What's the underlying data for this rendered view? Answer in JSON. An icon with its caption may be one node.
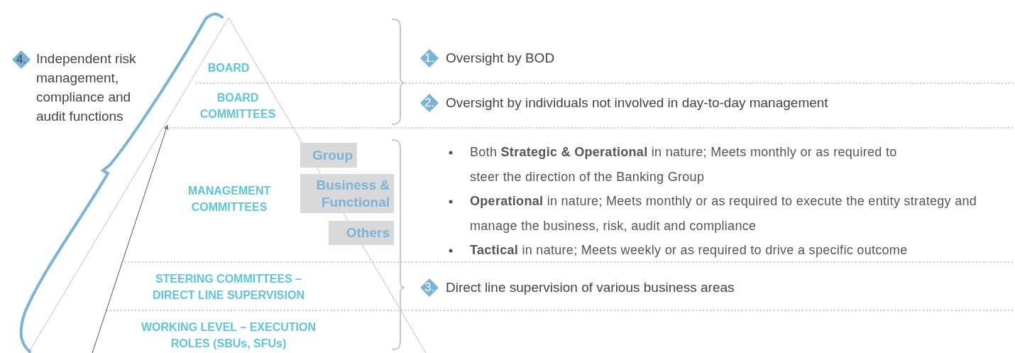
{
  "diagram": {
    "nodes": [
      {
        "text": [
          "BOARD"
        ]
      },
      {
        "text": [
          "BOARD COMMITTEES"
        ]
      },
      {
        "text": [
          "MANAGEMENT COMMITTEES"
        ]
      },
      {
        "text": [
          "Group"
        ]
      },
      {
        "text": [
          "Business & Functional"
        ]
      },
      {
        "text": [
          "Others"
        ]
      },
      {
        "text": [
          "STEERING COMMITTEES – DIRECT LINE SUPERVISION"
        ]
      },
      {
        "text": [
          "WORKING LEVEL – EXECUTION ROLES (SBUs, SFUs)"
        ]
      },
      {
        "text": [
          "4."
        ],
        "beside": [
          "Independent risk management, compliance and audit functions"
        ]
      },
      {
        "text": [
          "1."
        ],
        "beside": [
          "Oversight by BOD"
        ]
      },
      {
        "text": [
          "2."
        ],
        "beside": [
          "Oversight by individuals not involved in day-to-day management"
        ]
      },
      {
        "text": [
          "3."
        ],
        "beside": [
          "Direct line supervision of various business areas"
        ]
      }
    ],
    "labels": [
      "Both **Strategic & Operational** in nature; Meets monthly or as required to steer the direction of the Banking Group",
      "**Operational** in nature; Meets monthly or as required to execute the entity strategy and manage the business, risk, audit and compliance",
      "**Tactical** in nature; Meets weekly or as required to drive a specific outcome"
    ]
  }
}
